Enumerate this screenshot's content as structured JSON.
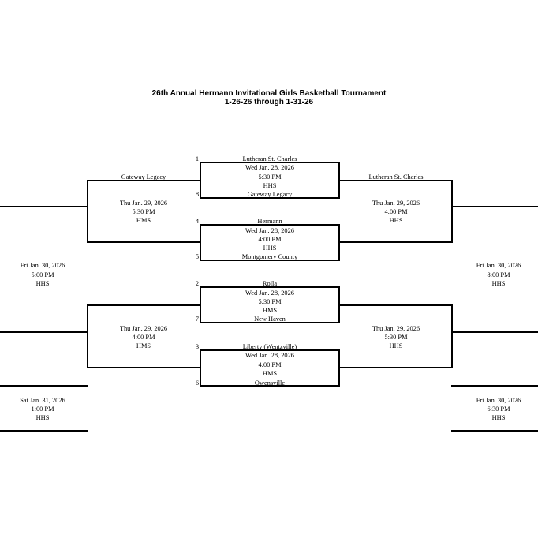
{
  "header": {
    "title": "26th Annual Hermann Invitational Girls Basketball Tournament",
    "dates": "1-26-26 through 1-31-26"
  },
  "round1": [
    {
      "top_seed": "1",
      "top_team": "Lutheran St. Charles",
      "bottom_seed": "8",
      "bottom_team": "Gateway Legacy",
      "date": "Wed Jan. 28, 2026",
      "time": "5:30 PM",
      "site": "HHS"
    },
    {
      "top_seed": "4",
      "top_team": "Hermann",
      "bottom_seed": "5",
      "bottom_team": "Montgomery County",
      "date": "Wed Jan. 28, 2026",
      "time": "4:00 PM",
      "site": "HHS"
    },
    {
      "top_seed": "2",
      "top_team": "Rolla",
      "bottom_seed": "7",
      "bottom_team": "New Haven",
      "date": "Wed Jan. 28, 2026",
      "time": "5:30 PM",
      "site": "HMS"
    },
    {
      "top_seed": "3",
      "top_team": "Liberty (Wentzville)",
      "bottom_seed": "6",
      "bottom_team": "Owensville",
      "date": "Wed Jan. 28, 2026",
      "time": "4:00 PM",
      "site": "HMS"
    }
  ],
  "left_round2": [
    {
      "team": "Gateway Legacy",
      "date": "Thu Jan. 29, 2026",
      "time": "5:30 PM",
      "site": "HMS"
    },
    {
      "date": "Thu Jan. 29, 2026",
      "time": "4:00 PM",
      "site": "HMS"
    }
  ],
  "right_round2": [
    {
      "team": "Lutheran St. Charles",
      "date": "Thu Jan. 29, 2026",
      "time": "4:00 PM",
      "site": "HHS"
    },
    {
      "date": "Thu Jan. 29, 2026",
      "time": "5:30 PM",
      "site": "HHS"
    }
  ],
  "left_round3": [
    {
      "date": "Fri Jan. 30, 2026",
      "time": "5:00 PM",
      "site": "HHS"
    },
    {
      "date": "Sat Jan. 31, 2026",
      "time": "1:00 PM",
      "site": "HHS"
    }
  ],
  "right_round3": [
    {
      "date": "Fri Jan. 30, 2026",
      "time": "8:00 PM",
      "site": "HHS"
    },
    {
      "date": "Fri Jan. 30, 2026",
      "time": "6:30 PM",
      "site": "HHS"
    }
  ]
}
